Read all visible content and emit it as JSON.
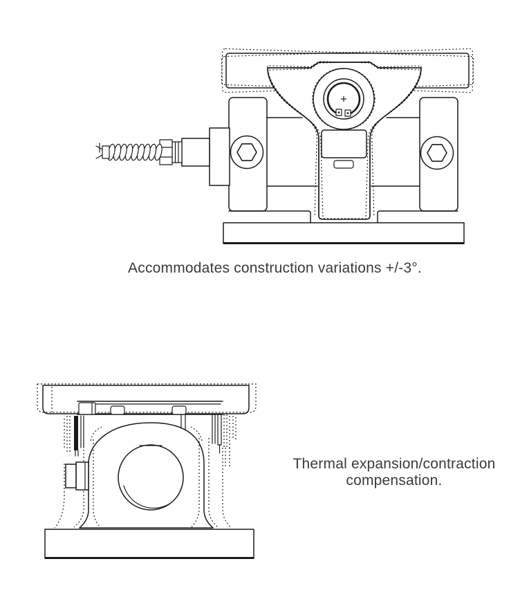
{
  "colors": {
    "line": "#1a1a1a",
    "text": "#3a3a3a",
    "background": "#ffffff"
  },
  "figure1": {
    "name": "weigh-module-front-view",
    "caption": "Accommodates construction variations +/-3°."
  },
  "figure2": {
    "name": "weigh-module-side-view",
    "caption_lines": [
      "Thermal expansion/contraction",
      "compensation."
    ]
  }
}
